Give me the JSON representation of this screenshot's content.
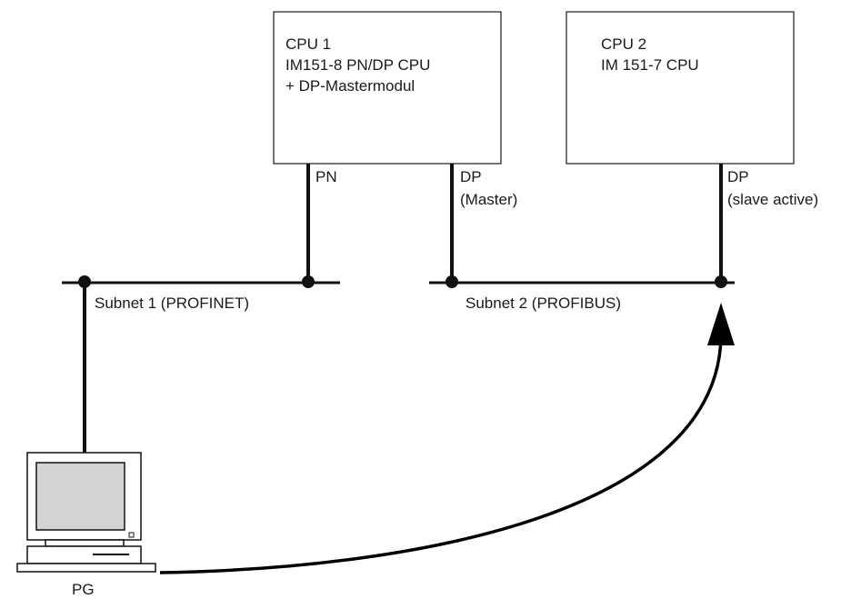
{
  "cpu1": {
    "line1": "CPU 1",
    "line2": "IM151-8 PN/DP CPU",
    "line3": "+ DP-Mastermodul",
    "port_pn": "PN",
    "port_dp": "DP",
    "port_dp_role": "(Master)"
  },
  "cpu2": {
    "line1": "CPU 2",
    "line2": "IM 151-7 CPU",
    "port_dp": "DP",
    "port_dp_role": "(slave active)"
  },
  "subnet1": {
    "label": "Subnet 1 (PROFINET)"
  },
  "subnet2": {
    "label": "Subnet 2 (PROFIBUS)"
  },
  "pg": {
    "label": "PG"
  },
  "colors": {
    "line": "#111111",
    "screen_fill": "#d4d4d4",
    "monitor_fill": "#ffffff"
  },
  "icons": {
    "pg": "desktop-computer-icon",
    "arrow": "arrow-up-icon"
  }
}
